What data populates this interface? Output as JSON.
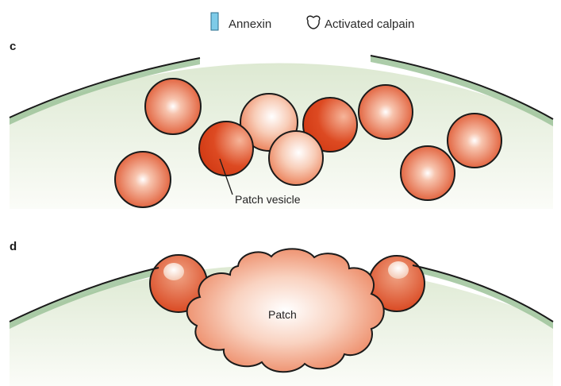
{
  "legend": {
    "annexin_label": "Annexin",
    "calpain_label": "Activated calpain",
    "annexin_color": "#7ecbe8",
    "calpain_color": "#ffffff"
  },
  "panel_c": {
    "letter": "c",
    "vesicle_label": "Patch vesicle"
  },
  "panel_d": {
    "letter": "d",
    "patch_label": "Patch"
  },
  "colors": {
    "cytoplasm": "#e6eedc",
    "membrane": "#8fb989",
    "vesicle_dark": "#d9421c",
    "vesicle_light": "#ffffff",
    "outline": "#1a1a1a"
  }
}
